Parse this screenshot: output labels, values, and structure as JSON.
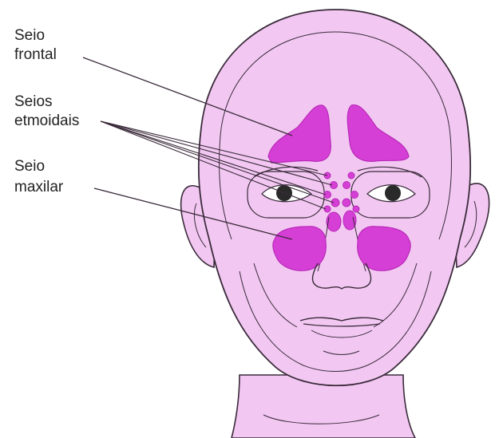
{
  "labels": {
    "frontal": {
      "line1": "Seio",
      "line2": "frontal"
    },
    "ethmoid": {
      "line1": "Seios",
      "line2": "etmoidais"
    },
    "maxillary": {
      "line1": "Seio",
      "line2": "maxilar"
    }
  },
  "colors": {
    "skin": "#f2c8f2",
    "skin_shade": "#e8b0e8",
    "sinus": "#d63fd6",
    "sinus_edge": "#b82ab8",
    "outline": "#3a2a3a",
    "eye": "#2a2a2a",
    "label_text": "#222222"
  }
}
